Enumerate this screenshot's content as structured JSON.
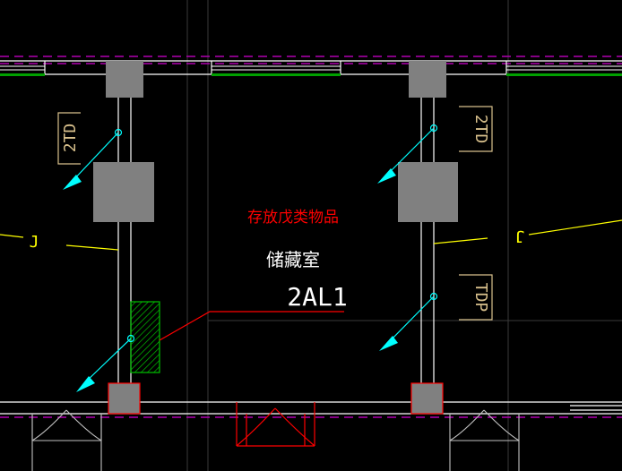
{
  "drawing": {
    "room_note": "存放戊类物品",
    "room_name": "储藏室",
    "panel_id": "2AL1",
    "left_tags": {
      "upper": "2TD",
      "lower": "J"
    },
    "right_tags": {
      "upper": "2TD",
      "middle": "J",
      "lower": "TDP"
    }
  },
  "colors": {
    "background": "#000000",
    "wall": "#ffffff",
    "column": "#808080",
    "axis_purple": "#b000b0",
    "window_green": "#00a000",
    "leader_cyan": "#00ffff",
    "leader_yellow": "#ffff00",
    "tag_tan": "#d8c08c",
    "panel_hatch": "#00c000",
    "red": "#ff0000",
    "door_white": "#c0c0c0"
  }
}
